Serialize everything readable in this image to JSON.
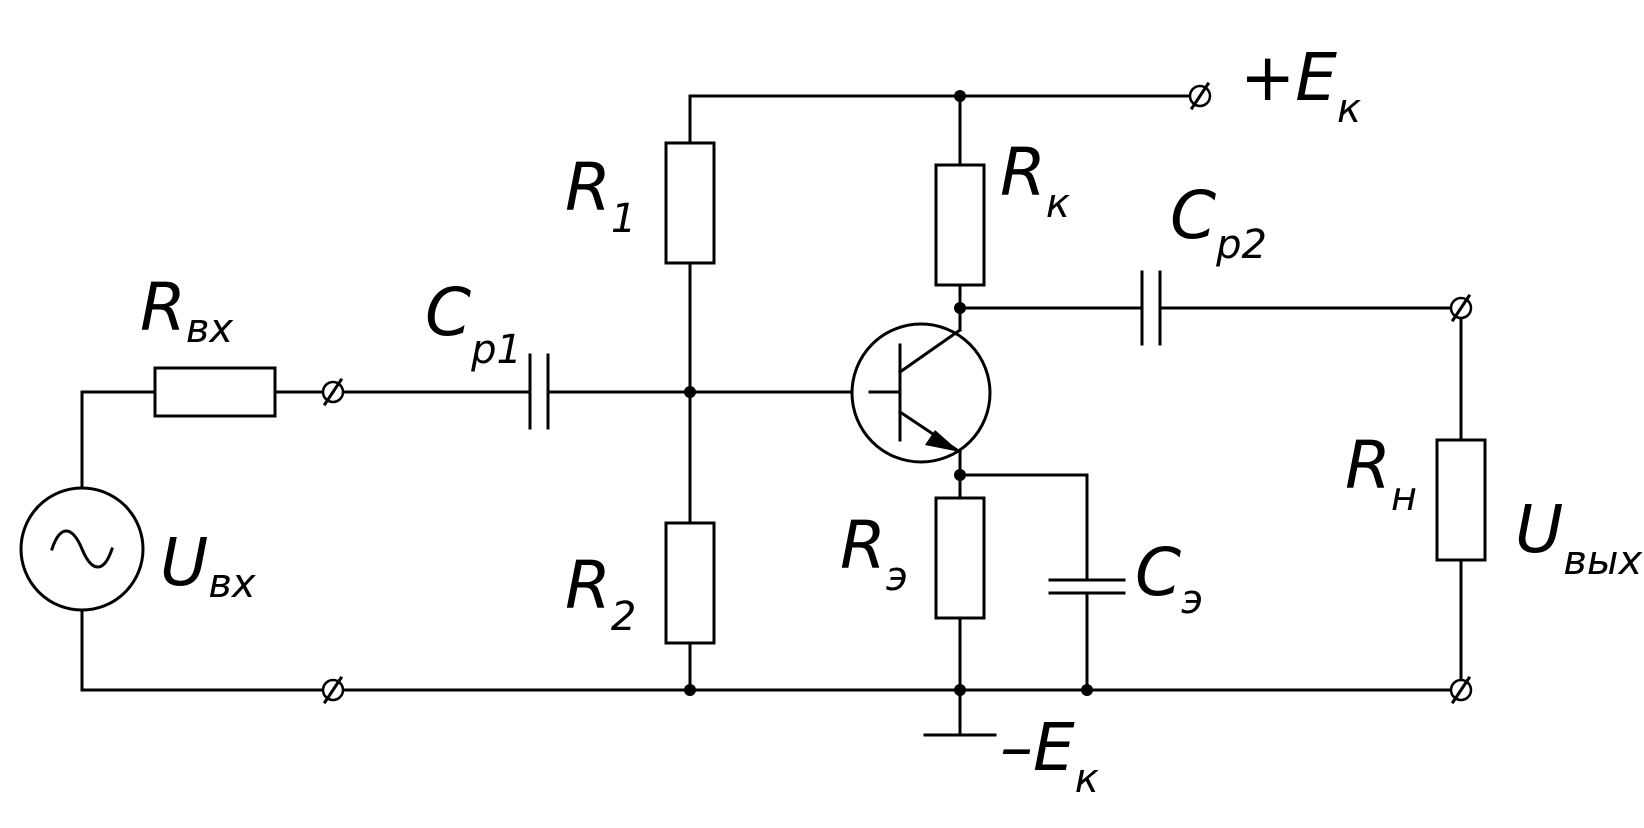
{
  "labels": {
    "r_in": {
      "main": "R",
      "sub": "вх"
    },
    "u_in": {
      "main": "U",
      "sub": "вх"
    },
    "cp1": {
      "main": "C",
      "sub": "p1"
    },
    "r1": {
      "main": "R",
      "sub": "1"
    },
    "r2": {
      "main": "R",
      "sub": "2"
    },
    "rk": {
      "main": "R",
      "sub": "к"
    },
    "cp2": {
      "main": "C",
      "sub": "p2"
    },
    "re": {
      "main": "R",
      "sub": "э"
    },
    "ce": {
      "main": "C",
      "sub": "э"
    },
    "rn": {
      "main": "R",
      "sub": "н"
    },
    "u_out": {
      "main": "U",
      "sub": "вых"
    },
    "e_plus": {
      "main": "+E",
      "sub": "к"
    },
    "e_minus": {
      "main": "–E",
      "sub": "к"
    }
  }
}
